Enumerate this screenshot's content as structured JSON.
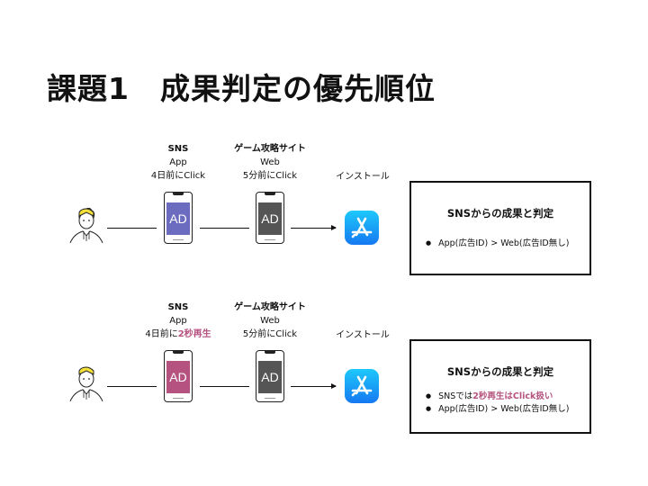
{
  "title": "課題1　成果判定の優先順位",
  "colors": {
    "sns_click": "#6b6bbf",
    "sns_view": "#b5527f",
    "web": "#555555",
    "highlight": "#b5527f"
  },
  "scenarios": [
    {
      "sns": {
        "name": "SNS",
        "type": "App",
        "timing_prefix": "4日前に",
        "timing_action": "Click",
        "action_highlighted": false,
        "ad_label": "AD"
      },
      "web": {
        "name": "ゲーム攻略サイト",
        "type": "Web",
        "timing": "5分前にClick",
        "ad_label": "AD"
      },
      "install_label": "インストール",
      "result": {
        "title": "SNSからの成果と判定",
        "bullets": [
          {
            "plain": "App(広告ID) > Web(広告ID無し)",
            "highlight": ""
          }
        ]
      }
    },
    {
      "sns": {
        "name": "SNS",
        "type": "App",
        "timing_prefix": "4日前に",
        "timing_action": "2秒再生",
        "action_highlighted": true,
        "ad_label": "AD"
      },
      "web": {
        "name": "ゲーム攻略サイト",
        "type": "Web",
        "timing": "5分前にClick",
        "ad_label": "AD"
      },
      "install_label": "インストール",
      "result": {
        "title": "SNSからの成果と判定",
        "bullets": [
          {
            "plain": "SNSでは",
            "highlight": "2秒再生はClick扱い"
          },
          {
            "plain": "App(広告ID) > Web(広告ID無し)",
            "highlight": ""
          }
        ]
      }
    }
  ]
}
